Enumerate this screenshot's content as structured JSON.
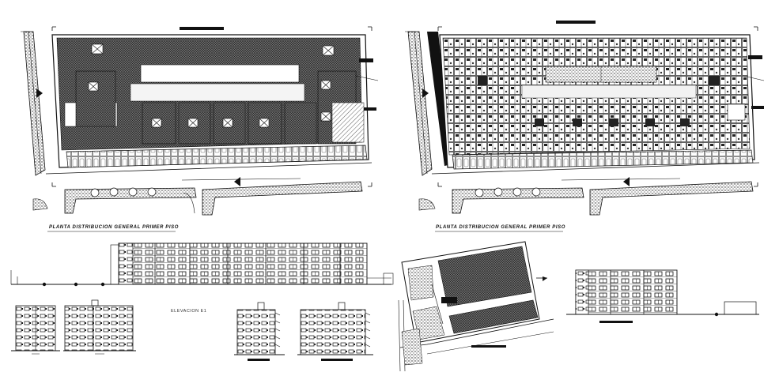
{
  "drawing": {
    "ground_floor_plan_title": "PLANTA DISTRIBUCION GENERAL PRIMER PISO",
    "first_floor_plan_title": "PLANTA DISTRIBUCION GENERAL PRIMER PISO",
    "elevation_label": "ELEVACION E1"
  },
  "colors": {
    "ink": "#111111",
    "hatch": "#3a3a3a",
    "paper": "#ffffff"
  }
}
